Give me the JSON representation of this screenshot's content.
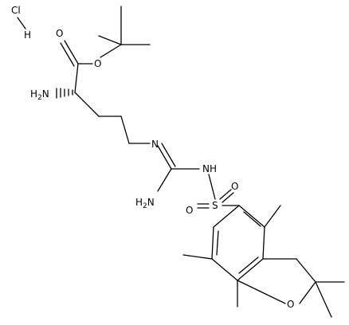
{
  "structure": {
    "salt": {
      "cl": "Cl",
      "h": "H"
    },
    "atoms": {
      "ester_oxygen_carbonyl": "O",
      "ester_oxygen_link": "O",
      "alpha_amine": "H2N",
      "guanidine_n_imine": "N",
      "guanidine_nh": "NH",
      "guanidine_nh2": "H2N",
      "sulfur": "S",
      "sulfonyl_o_left": "O",
      "sulfonyl_o_right": "O",
      "ring_oxygen": "O"
    }
  },
  "colors": {
    "ink": "#000000",
    "background": "#ffffff"
  }
}
